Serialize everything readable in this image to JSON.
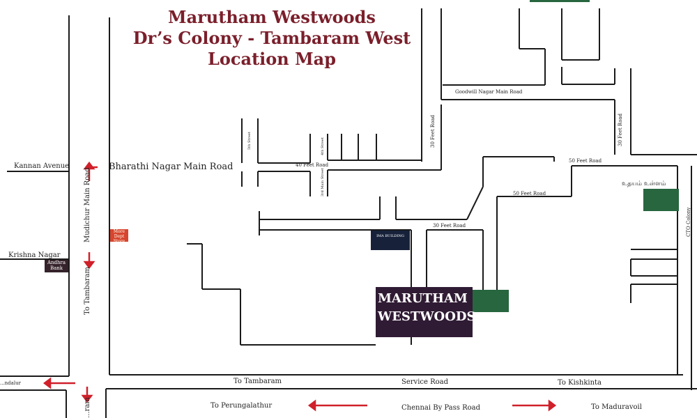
{
  "title": {
    "line1": "Marutham Westwoods",
    "line2": "Dr’s Colony  - Tambaram West",
    "line3": "Location Map"
  },
  "roads": {
    "goodwill": "Goodwill Nagar Main Road",
    "bharathi": "Bharathi Nagar Main Road",
    "kannan": "Kannan Avenue",
    "krishna": "Krishna Nagar",
    "madichur": "Mudichur Main Road",
    "to_tambaram_left": "To Tambaram",
    "feet40": "40 Feet Road",
    "feet30_a": "30 Feet Road",
    "feet30_b": "30 Feet Road",
    "feet50_a": "50 Feet Road",
    "feet50_b": "50 Feet Road",
    "feet30_c": "30 Feet Road",
    "street_a": "5th Street",
    "street_b": "4th Street",
    "street_c": "3rd Main Street",
    "cto": "CTO Colony",
    "to_tambaram_bottom": "To Tambaram",
    "service": "Service Road",
    "to_kishkinta": "To Kishkinta",
    "to_perungalathur": "To Perungalathur",
    "bypass": "Chennai By Pass Road",
    "to_maduravoil": "To Maduravoil",
    "left_edge": "...ndalur",
    "bottom_left_vertical": "...ram"
  },
  "landmarks": {
    "andhra": "Andhra Bank",
    "more": "More Dept Store",
    "ima": "IMA BUILDING",
    "marutham_line1": "MARUTHAM",
    "marutham_line2": "WESTWOODS",
    "tamil": "உதயம் உள்ளம்"
  },
  "colors": {
    "title": "#7a1f2b",
    "road_line": "#1a1a1a",
    "arrow": "#d0202a",
    "property_box": "#301b34",
    "green": "#27663f"
  }
}
